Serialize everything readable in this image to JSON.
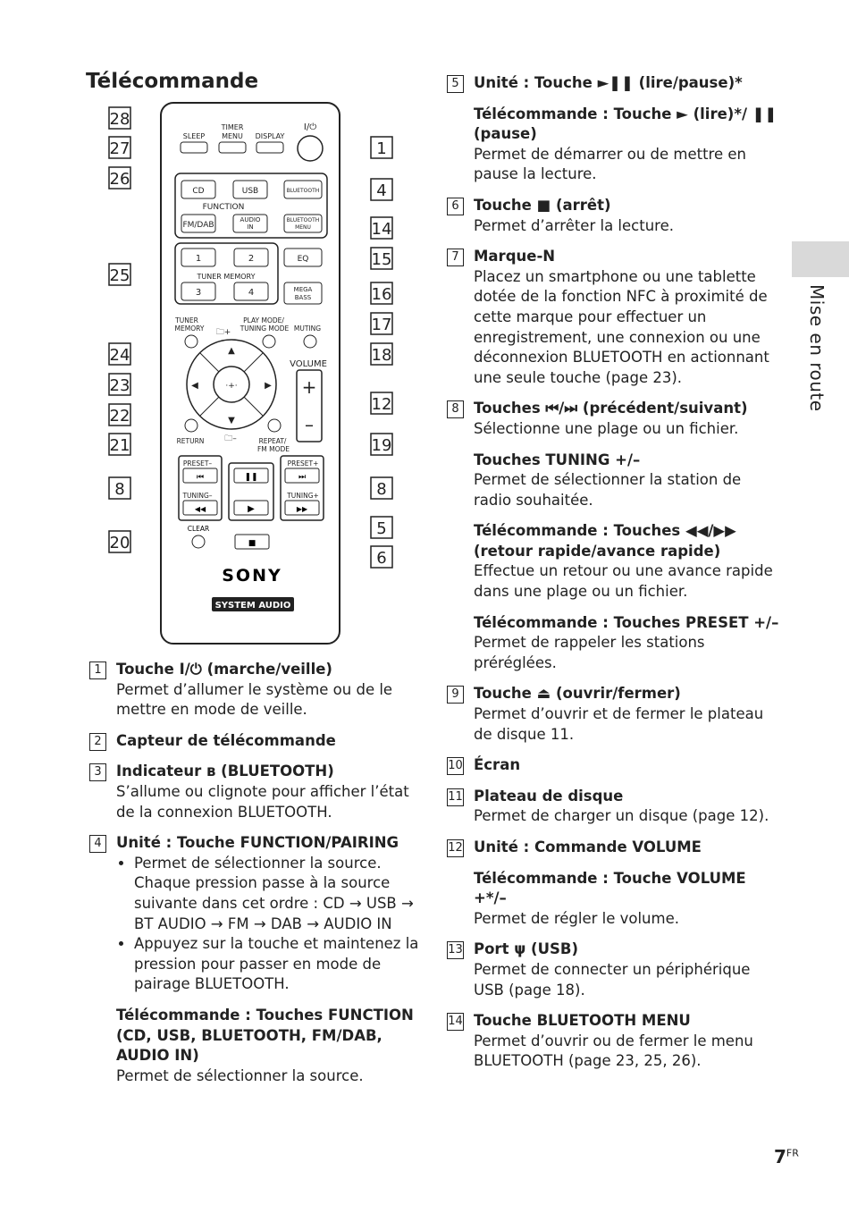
{
  "heading": "Télécommande",
  "side_tab": "Mise en route",
  "page_number": "7",
  "page_suffix": "FR",
  "remote": {
    "callouts": [
      "28",
      "27",
      "26",
      "25",
      "24",
      "23",
      "22",
      "21",
      "8",
      "20",
      "1",
      "4",
      "14",
      "15",
      "16",
      "17",
      "18",
      "12",
      "19",
      "8",
      "5",
      "6"
    ],
    "buttons": {
      "sleep": "SLEEP",
      "timer_menu_1": "TIMER",
      "timer_menu_2": "MENU",
      "display": "DISPLAY",
      "power": "I/⏻",
      "cd": "CD",
      "usb": "USB",
      "bluetooth": "BLUETOOTH",
      "function": "FUNCTION",
      "fm_dab": "FM/DAB",
      "audio_in_1": "AUDIO",
      "audio_in_2": "IN",
      "bt_menu_1": "BLUETOOTH",
      "bt_menu_2": "MENU",
      "m1": "1",
      "m2": "2",
      "m3": "3",
      "m4": "4",
      "tuner_memory": "TUNER MEMORY",
      "eq": "EQ",
      "mega_bass_1": "MEGA",
      "mega_bass_2": "BASS",
      "tuner_mem_1": "TUNER",
      "tuner_mem_2": "MEMORY",
      "folder_plus": "🗀+",
      "play_mode_1": "PLAY MODE/",
      "play_mode_2": "TUNING MODE",
      "muting": "MUTING",
      "volume": "VOLUME",
      "vol_plus": "+",
      "vol_minus": "–",
      "return": "RETURN",
      "folder_minus": "🗀–",
      "repeat_1": "REPEAT/",
      "repeat_2": "FM MODE",
      "preset_minus": "PRESET–",
      "preset_plus": "PRESET+",
      "tuning_minus": "TUNING–",
      "tuning_plus": "TUNING+",
      "prev": "⏮",
      "next": "⏭",
      "rew": "◀◀",
      "ff": "▶▶",
      "pause": "❚❚",
      "play": "▶",
      "stop": "■",
      "clear": "CLEAR",
      "brand": "SONY",
      "system_audio": "SYSTEM AUDIO"
    }
  },
  "left_items": [
    {
      "num": "1",
      "title": "Touche I/⏻ (marche/veille)",
      "text": "Permet d’allumer le système ou de le mettre en mode de veille."
    },
    {
      "num": "2",
      "title": "Capteur de télécommande"
    },
    {
      "num": "3",
      "title": "Indicateur ʙ (BLUETOOTH)",
      "text": "S’allume ou clignote pour afficher l’état de la connexion BLUETOOTH."
    },
    {
      "num": "4",
      "title": "Unité : Touche FUNCTION/PAIRING",
      "bullet1": "Permet de sélectionner la source. Chaque pression passe à la source suivante dans cet ordre : CD → USB → BT AUDIO → FM → DAB → AUDIO IN",
      "bullet2": "Appuyez sur la touche et maintenez la pression pour passer en mode de pairage BLUETOOTH.",
      "sub": "Télécommande : Touches FUNCTION (CD, USB, BLUETOOTH, FM/DAB, AUDIO IN)",
      "subtext": "Permet de sélectionner la source."
    }
  ],
  "right_items": [
    {
      "num": "5",
      "title": "Unité : Touche ►❚❚ (lire/pause)*",
      "sub": "Télécommande : Touche ► (lire)*/ ❚❚ (pause)",
      "subtext": "Permet de démarrer ou de mettre en pause la lecture."
    },
    {
      "num": "6",
      "title": "Touche ■ (arrêt)",
      "text": "Permet d’arrêter la lecture."
    },
    {
      "num": "7",
      "title": "Marque-N",
      "text": "Placez un smartphone ou une tablette dotée de la fonction NFC à proximité de cette marque pour effectuer un enregistrement, une connexion ou une déconnexion BLUETOOTH en actionnant une seule touche (page 23)."
    },
    {
      "num": "8",
      "title": "Touches ⏮/⏭ (précédent/suivant)",
      "text": "Sélectionne une plage ou un fichier.",
      "sub": "Touches TUNING +/–",
      "subtext": "Permet de sélectionner la station de radio souhaitée.",
      "sub2": "Télécommande : Touches ◀◀/▶▶ (retour rapide/avance rapide)",
      "subtext2": "Effectue un retour ou une avance rapide dans une plage ou un fichier.",
      "sub3": "Télécommande : Touches PRESET +/–",
      "subtext3": "Permet de rappeler les stations préréglées."
    },
    {
      "num": "9",
      "title": "Touche ⏏ (ouvrir/fermer)",
      "text": "Permet d’ouvrir et de fermer le plateau de disque 11."
    },
    {
      "num": "10",
      "title": "Écran"
    },
    {
      "num": "11",
      "title": "Plateau de disque",
      "text": "Permet de charger un disque (page 12)."
    },
    {
      "num": "12",
      "title": "Unité : Commande VOLUME",
      "sub": "Télécommande : Touche VOLUME +*/–",
      "subtext": "Permet de régler le volume."
    },
    {
      "num": "13",
      "title": "Port ψ (USB)",
      "text": "Permet de connecter un périphérique USB (page 18)."
    },
    {
      "num": "14",
      "title": "Touche BLUETOOTH MENU",
      "text": "Permet d’ouvrir ou de fermer le menu BLUETOOTH (page 23, 25, 26)."
    }
  ]
}
